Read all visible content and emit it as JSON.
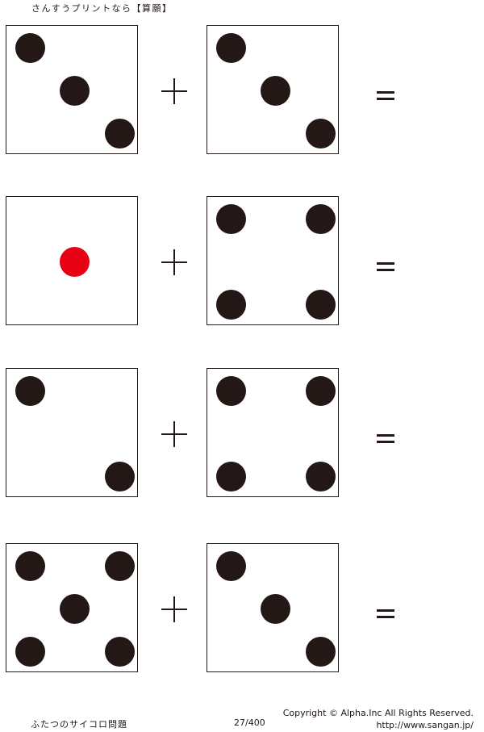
{
  "header": {
    "title": "さんすうプリントなら【算願】"
  },
  "colors": {
    "pip": "#231815",
    "highlight_pip": "#e60012",
    "border": "#231815"
  },
  "problems": [
    {
      "left_die": {
        "value": 3
      },
      "operator": "+",
      "right_die": {
        "value": 3
      },
      "equals": "="
    },
    {
      "left_die": {
        "value": 1,
        "highlight": true
      },
      "operator": "+",
      "right_die": {
        "value": 4
      },
      "equals": "="
    },
    {
      "left_die": {
        "value": 2
      },
      "operator": "+",
      "right_die": {
        "value": 4
      },
      "equals": "="
    },
    {
      "left_die": {
        "value": 5
      },
      "operator": "+",
      "right_die": {
        "value": 3
      },
      "equals": "="
    }
  ],
  "footer": {
    "title": "ふたつのサイコロ問題",
    "page": "27/400",
    "copyright": "Copyright ©  Alpha.Inc All Rights Reserved.",
    "url": "http://www.sangan.jp/"
  }
}
